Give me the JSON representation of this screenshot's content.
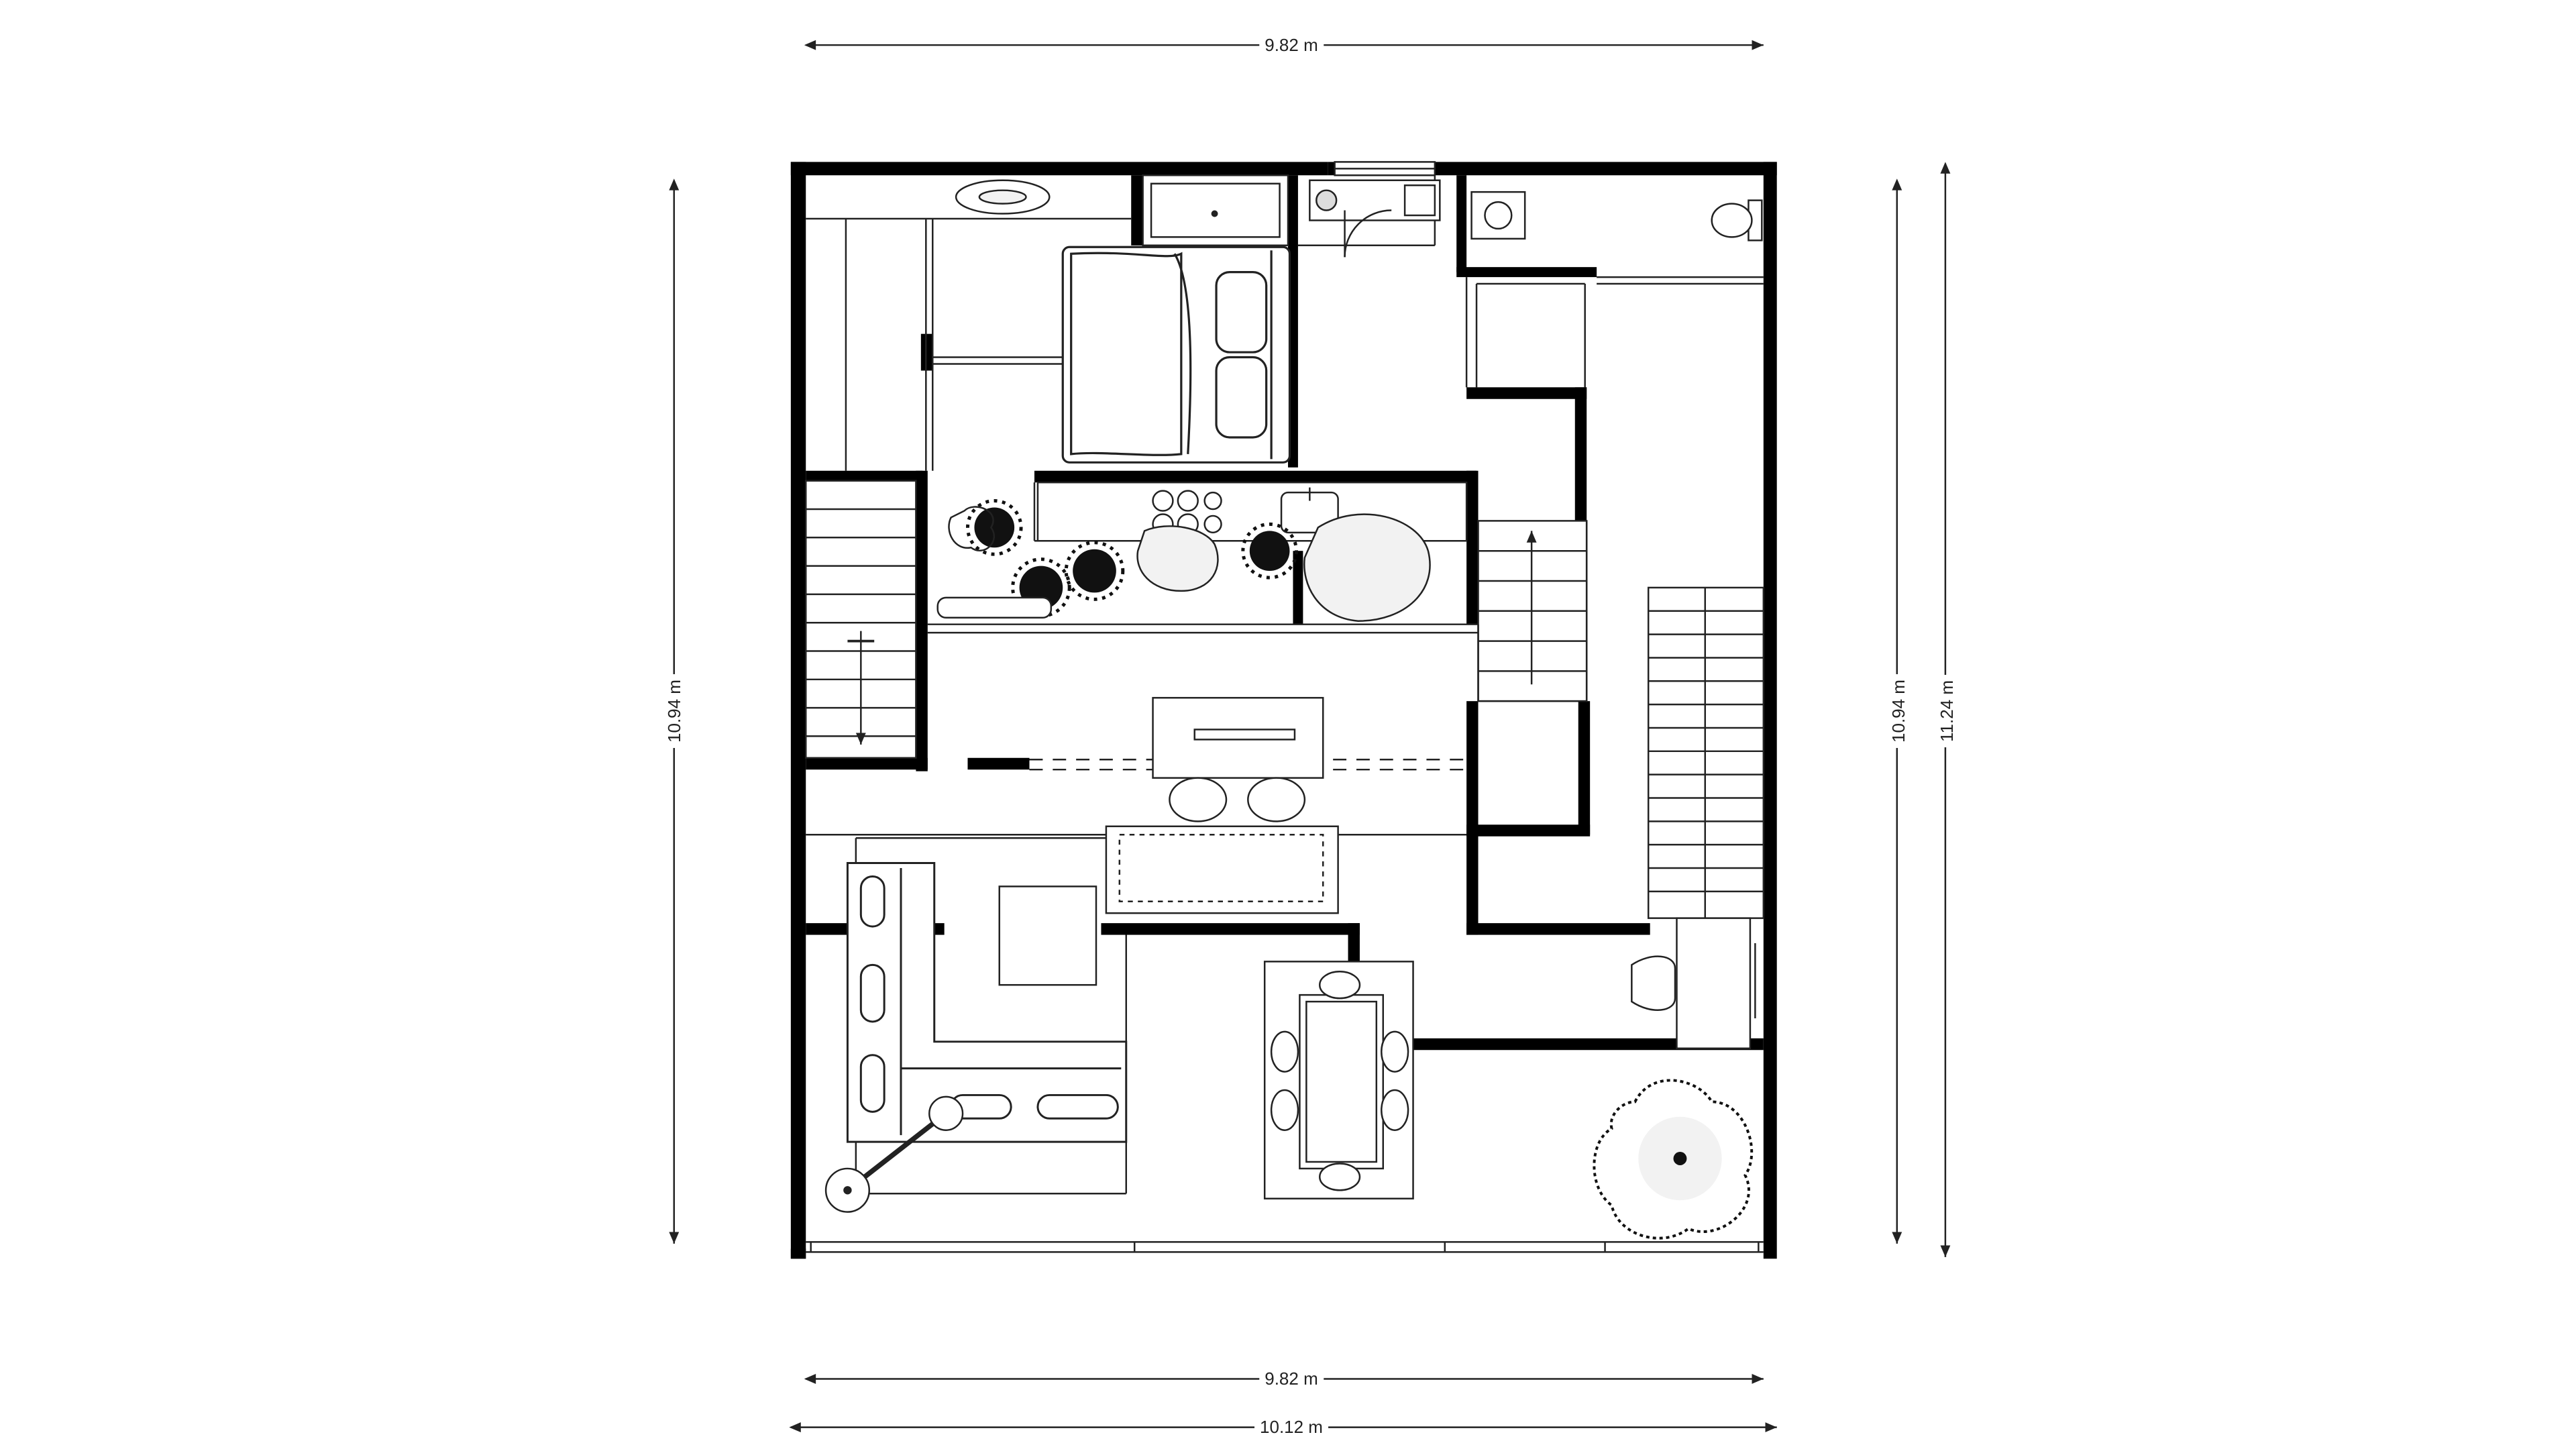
{
  "dimensions": {
    "top_width": "9.82 m",
    "bottom_inner_width": "9.82 m",
    "bottom_outer_width": "10.12 m",
    "left_height": "10.94 m",
    "right_inner_height": "10.94 m",
    "right_outer_height": "11.24 m"
  },
  "colors": {
    "wall": "#000000",
    "line": "#222222",
    "background": "#ffffff",
    "fixture_fill": "#f2f2f2"
  }
}
